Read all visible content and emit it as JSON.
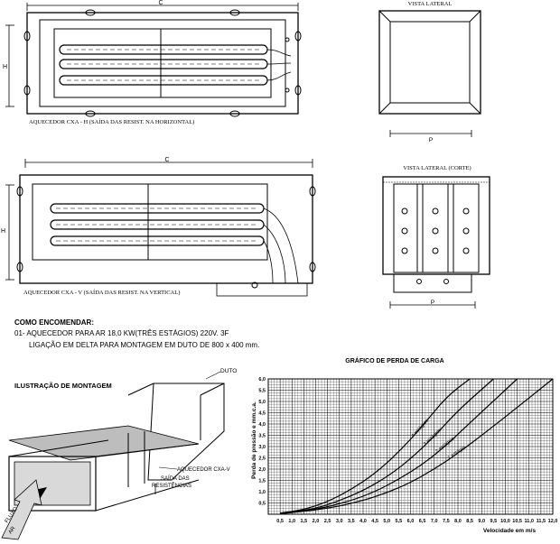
{
  "top_drawing": {
    "dim_c": "C",
    "dim_h": "H",
    "caption": "AQUECEDOR CXA - H   (SAÍDA DAS RESIST.  NA HORIZONTAL)",
    "side_title": "VISTA LATERAL",
    "dim_p": "P"
  },
  "mid_drawing": {
    "dim_c": "C",
    "dim_h": "H",
    "caption": "AQUECEDOR CXA - V   (SAÍDA DAS RESIST.  NA VERTICAL)",
    "side_title": "VISTA LATERAL (CORTE)",
    "dim_p": "P"
  },
  "order": {
    "title": "COMO ENCOMENDAR:",
    "line1": "01-  AQUECEDOR PARA AR 18,0 KW(TRÊS ESTÁGIOS) 220V. 3F",
    "line2": "LIGAÇÃO EM DELTA PARA MONTAGEM EM DUTO DE 800 x 400 mm."
  },
  "mounting": {
    "title": "ILUSTRAÇÃO DE MONTAGEM",
    "duct_label": "DUTO",
    "heater_label": "AQUECEDOR CXA-V",
    "outlet_label_1": "SAÍDA DAS",
    "outlet_label_2": "RESISTÊNCIAS",
    "flow_label_1": "FLUXO",
    "flow_label_2": "AR"
  },
  "chart_data": {
    "type": "line",
    "title": "GRÁFICO DE PERDA DE CARGA",
    "xlabel": "Velocidade em m/s",
    "ylabel": "Perda de pressão e mm.c.a.",
    "xlim": [
      0,
      12
    ],
    "ylim": [
      0,
      6
    ],
    "xticks": [
      "0,5",
      "1,0",
      "1,5",
      "2,0",
      "2,5",
      "3,0",
      "3,5",
      "4,0",
      "4,5",
      "5,0",
      "5,5",
      "6,0",
      "6,5",
      "7,0",
      "7,5",
      "8,0",
      "8,5",
      "9,0",
      "9,5",
      "10,0",
      "10,5",
      "11,0",
      "11,5",
      "12,0"
    ],
    "yticks": [
      "0,5",
      "1,0",
      "1,5",
      "2,0",
      "2,5",
      "3,0",
      "3,5",
      "4,0",
      "4,5",
      "5,0",
      "5,5",
      "6,0"
    ],
    "grid": true,
    "series": [
      {
        "name": "4 estágios",
        "x": [
          0.5,
          1.5,
          2.5,
          3.5,
          4.5,
          5.5,
          6.5,
          7.5,
          8.5
        ],
        "y": [
          0.05,
          0.2,
          0.55,
          1.1,
          1.8,
          2.75,
          3.9,
          5.2,
          6.0
        ]
      },
      {
        "name": "3 estágios",
        "x": [
          0.5,
          2.0,
          3.0,
          4.0,
          5.0,
          6.0,
          7.0,
          8.0,
          9.5
        ],
        "y": [
          0.04,
          0.25,
          0.6,
          1.05,
          1.65,
          2.45,
          3.45,
          4.6,
          6.0
        ]
      },
      {
        "name": "2 estágios",
        "x": [
          0.5,
          2.0,
          3.5,
          4.5,
          5.5,
          6.5,
          7.5,
          8.5,
          10.5
        ],
        "y": [
          0.03,
          0.2,
          0.6,
          1.0,
          1.55,
          2.2,
          3.05,
          4.05,
          6.0
        ]
      },
      {
        "name": "1 estágio",
        "x": [
          0.5,
          2.5,
          4.0,
          5.0,
          6.0,
          7.0,
          8.0,
          9.5,
          12.0
        ],
        "y": [
          0.02,
          0.25,
          0.6,
          0.95,
          1.4,
          2.0,
          2.7,
          3.9,
          6.0
        ]
      }
    ]
  }
}
